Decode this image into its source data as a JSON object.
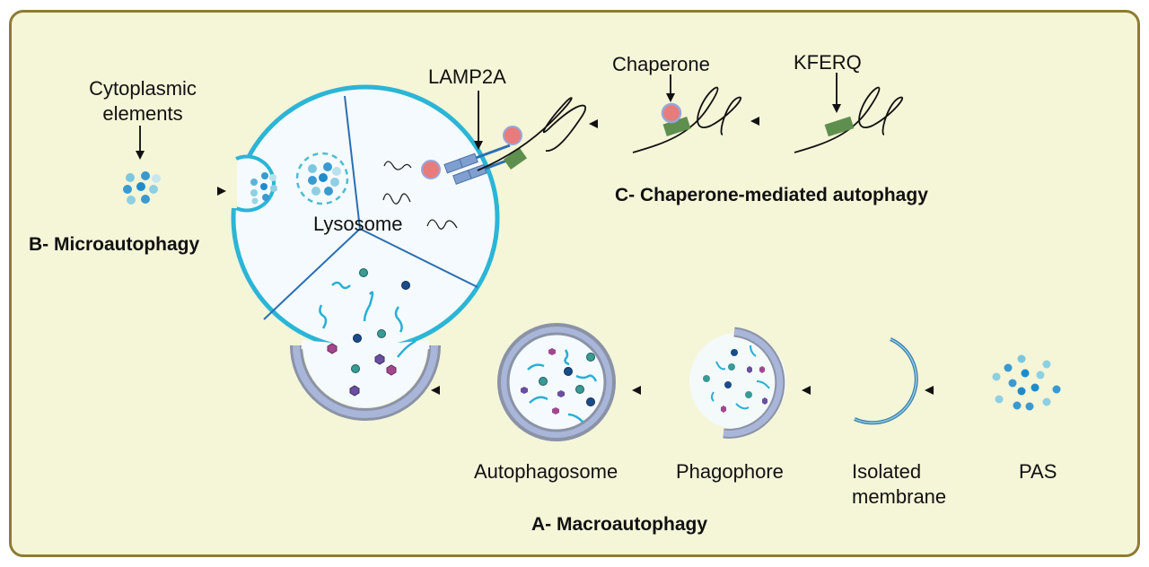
{
  "sections": {
    "macro": {
      "title": "A- Macroautophagy"
    },
    "micro": {
      "title": "B- Microautophagy"
    },
    "cma": {
      "title": "C- Chaperone-mediated autophagy"
    }
  },
  "labels": {
    "cytoplasmic_line1": "Cytoplasmic",
    "cytoplasmic_line2": "elements",
    "lysosome": "Lysosome",
    "lamp2a": "LAMP2A",
    "chaperone": "Chaperone",
    "kferq": "KFERQ",
    "autophagosome": "Autophagosome",
    "phagophore": "Phagophore",
    "isolated_line1": "Isolated",
    "isolated_line2": "membrane",
    "pas": "PAS"
  },
  "colors": {
    "background": "#f5f5d8",
    "border": "#8e7b35",
    "lysosome_membrane": "#2bb5d6",
    "lysosome_fill": "#f4fafd",
    "divider": "#2a6fb3",
    "autophagosome_ring": "#a9b6d9",
    "autophagosome_ring_outline": "#8a93a6",
    "chaperone_fill": "#e87b7b",
    "chaperone_outline": "#9aa6d6",
    "kferq_box": "#5f8f4f",
    "lamp2a_fill": "#7f9fd0",
    "dot_teal": "#3a9a95",
    "dot_navy": "#1a4c8a",
    "dot_purple": "#6a4fa0",
    "dot_magenta": "#a2478f",
    "squiggle": "#2aafd4"
  }
}
